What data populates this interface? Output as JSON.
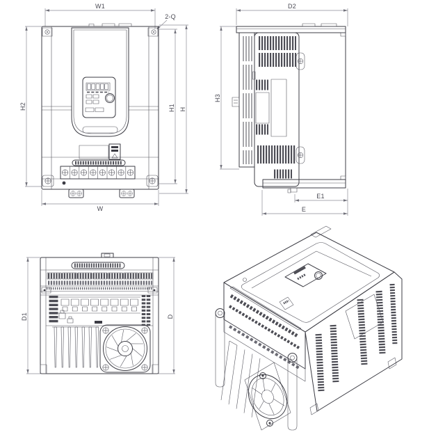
{
  "palette": {
    "background": "#ffffff",
    "line": "#3c3c44",
    "dimension_line": "#8d8d96",
    "label_text": "#4b4b55"
  },
  "views": {
    "front": {
      "dims": {
        "width_top": "W1",
        "mount_holes": "2-Q",
        "height_overall_left": "H2",
        "height_mount": "H1",
        "height_overall": "H",
        "width_bottom": "W"
      }
    },
    "side": {
      "dims": {
        "depth_top": "D2",
        "height_back": "H3",
        "flange_depth": "E1",
        "depth_overall": "E"
      }
    },
    "bottom": {
      "dims": {
        "depth_left": "D1",
        "depth_right": "D"
      }
    }
  }
}
